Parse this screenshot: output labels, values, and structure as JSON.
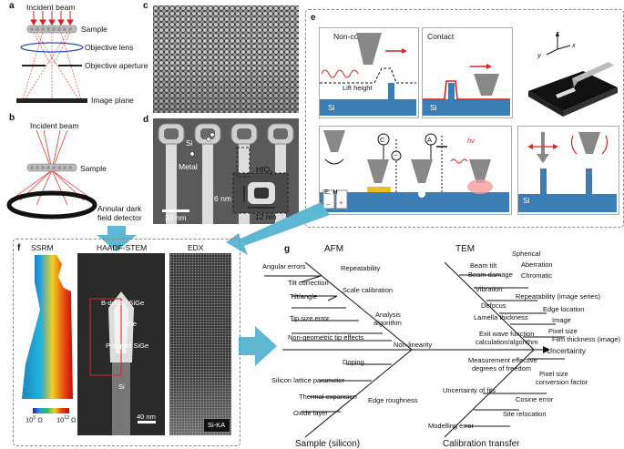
{
  "panel_a": {
    "letter": "a",
    "incident_beam": "Incident beam",
    "sample": "Sample",
    "objective_lens": "Objective lens",
    "objective_aperture": "Objective aperture",
    "image_plane": "Image plane"
  },
  "panel_b": {
    "letter": "b",
    "incident_beam": "Incident beam",
    "sample": "Sample",
    "detector_line1": "Annular dark",
    "detector_line2": "field detector"
  },
  "panel_c": {
    "letter": "c"
  },
  "panel_d": {
    "letter": "d",
    "si": "Si",
    "metal": "Metal",
    "hfo2": "HfO",
    "hfo2_sub": "2",
    "dim_6": "6 nm",
    "dim_12": "12 nm",
    "scale": "30 nm"
  },
  "panel_e": {
    "letter": "e",
    "noncontact": "Non-contact",
    "contact": "Contact",
    "lift_height": "Lift height",
    "si": "Si",
    "axis_z": "z",
    "axis_y": "y",
    "axis_x": "x",
    "e_minus": "E",
    "h_minus": "H",
    "c_symbol": "C",
    "a_symbol": "A",
    "hv": "hν",
    "tilde": "~",
    "minus": "−",
    "plus": "+"
  },
  "panel_f": {
    "letter": "f",
    "ssrm": "SSRM",
    "haadf": "HAADF-STEM",
    "edx": "EDX",
    "b_doped": "B-doped SiGe",
    "ge": "Ge",
    "p_doped": "P-doped SiGe",
    "si": "Si",
    "scale": "40 nm",
    "si_ka": "Si-KA",
    "cbar_low": "10",
    "cbar_low_exp": "5",
    "cbar_high": "10",
    "cbar_high_exp": "12",
    "ohm": "Ω"
  },
  "panel_g": {
    "letter": "g",
    "afm_title": "AFM",
    "tem_title": "TEM",
    "sample_title": "Sample (silicon)",
    "calib_title": "Calibration transfer",
    "uncertainty": "Uncertainty",
    "afm_items": [
      "Angular errors",
      "Repeatability",
      "Tilt correction",
      "Scale calibration",
      "Tilt/angle",
      "Tip size error",
      "Analysis",
      "algorithm",
      "Non-geometric tip effects",
      "Non-linearity"
    ],
    "tem_items": [
      "Beam tilt",
      "Spherical",
      "Beam damage",
      "Aberration",
      "Chromatic",
      "Vibration",
      "Repeatability (image series)",
      "Defocus",
      "Edge location",
      "Lamella thickness",
      "Image",
      "Pixel size",
      "Exit wave function",
      "calculation/algorithm",
      "Film thickness (image)"
    ],
    "sample_items": [
      "Doping",
      "Silicon lattice parameter",
      "Thermal expansion",
      "Edge roughness",
      "Oxide layer"
    ],
    "calib_items": [
      "Measurement effective",
      "degrees of freedom",
      "Pixel size",
      "conversion factor",
      "Uncertainty of fits",
      "Cosine error",
      "Site relocation",
      "Modelling error"
    ]
  }
}
